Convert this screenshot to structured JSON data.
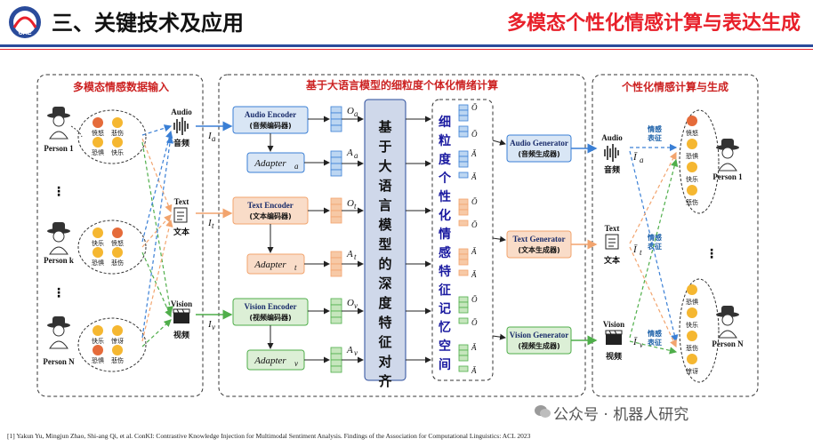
{
  "header": {
    "title": "三、关键技术及应用",
    "subtitle": "多模态个性化情感计算与表达生成",
    "logo_text": "CAE"
  },
  "sections": {
    "input": "多模态情感数据输入",
    "llm": "基于大语言模型的细粒度个体化情绪计算",
    "output": "个性化情感计算与生成"
  },
  "persons_in": [
    "Person 1",
    "Person k",
    "Person N"
  ],
  "persons_out": [
    "Person 1",
    "Person N"
  ],
  "emotions": {
    "p1": [
      "愤怒",
      "悲伤",
      "恐惧",
      "快乐"
    ],
    "pk": [
      "快乐",
      "愤怒",
      "恐惧",
      "悲伤"
    ],
    "pn": [
      "快乐",
      "惊讶",
      "恐惧",
      "悲伤"
    ],
    "out1": [
      "愤怒",
      "恐惧",
      "快乐",
      "悲伤"
    ],
    "outn": [
      "恐惧",
      "快乐",
      "悲伤",
      "惊讶"
    ]
  },
  "modalities": {
    "audio": {
      "en": "Audio",
      "cn": "音频"
    },
    "text": {
      "en": "Text",
      "cn": "文本"
    },
    "vision": {
      "en": "Vision",
      "cn": "视频"
    }
  },
  "inputs": {
    "audio": "I",
    "audio_sub": "a",
    "text": "I",
    "text_sub": "t",
    "vision": "I",
    "vision_sub": "v"
  },
  "encoders": [
    {
      "en": "Audio Encoder",
      "cn": "(音频编码器)",
      "adapter": "Adapter",
      "adapter_sub": "a",
      "o": "O",
      "o_sub": "a",
      "a": "A",
      "a_sub": "a"
    },
    {
      "en": "Text Encoder",
      "cn": "(文本编码器)",
      "adapter": "Adapter",
      "adapter_sub": "t",
      "o": "O",
      "o_sub": "t",
      "a": "A",
      "a_sub": "t"
    },
    {
      "en": "Vision Encoder",
      "cn": "(视频编码器)",
      "adapter": "Adapter",
      "adapter_sub": "v",
      "o": "O",
      "o_sub": "v",
      "a": "A",
      "a_sub": "v"
    }
  ],
  "llm_block": "基于大语言模型的深度特征对齐",
  "memory_block": "细粒度个性化情感特征记忆空间",
  "memory_labels": [
    "Ō",
    "Ō",
    "Ā",
    "Ā",
    "Ō",
    "Ō",
    "Ā",
    "Ā",
    "Ō",
    "Ō",
    "Ā",
    "Ā"
  ],
  "generators": [
    {
      "en": "Audio Generator",
      "cn": "(音频生成器)"
    },
    {
      "en": "Text Generator",
      "cn": "(文本生成器)"
    },
    {
      "en": "Vision Generator",
      "cn": "(视频生成器)"
    }
  ],
  "outputs": {
    "audio": "Ī",
    "audio_sub": "a",
    "text": "Ī",
    "text_sub": "t",
    "vision": "Ī",
    "vision_sub": "v"
  },
  "emotion_repr": "情感表征",
  "footnote": "[1] Yakun Yu, Mingjun Zhao, Shi-ang Qi, et al. ConKI: Contrastive Knowledge Injection for Multimodal Sentiment Analysis. Findings of the Association for Computational Linguistics: ACL 2023",
  "watermark": "公众号 · 机器人研究",
  "colors": {
    "accent_red": "#e8202a",
    "navy": "#2a4b9b",
    "audio_enc": "#d9e6f5",
    "text_enc": "#f9dcc8",
    "vision_enc": "#dcefd6",
    "llm": "#cfd8ea",
    "arrow_blue": "#3a7fd5",
    "arrow_orange": "#f2a46e",
    "arrow_green": "#4fae4a"
  }
}
